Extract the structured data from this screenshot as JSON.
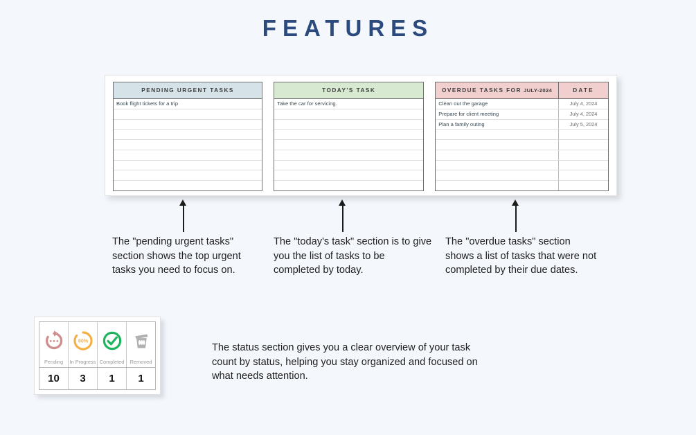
{
  "page": {
    "title": "FEATURES",
    "background_color": "#f4f7fc",
    "title_color": "#2b4a7d"
  },
  "panels": [
    {
      "id": "pending-urgent-tasks",
      "header": "PENDING URGENT TASKS",
      "header_color": "#d5e2e7",
      "rows": [
        "Book flight tickets for a trip",
        "",
        "",
        "",
        "",
        "",
        "",
        "",
        ""
      ],
      "has_date_column": false
    },
    {
      "id": "todays-task",
      "header": "TODAY'S TASK",
      "header_color": "#d8e9d1",
      "rows": [
        "Take the car for servicing.",
        "",
        "",
        "",
        "",
        "",
        "",
        "",
        ""
      ],
      "has_date_column": false
    },
    {
      "id": "overdue-tasks",
      "header": "OVERDUE TASKS FOR",
      "header_month": "JULY-2024",
      "header_date_column": "DATE",
      "header_color": "#f2cfcf",
      "has_date_column": true,
      "rows": [
        {
          "task": "Clean out the garage",
          "date": "July 4, 2024"
        },
        {
          "task": "Prepare for client meeting",
          "date": "July 4, 2024"
        },
        {
          "task": "Plan a family outing",
          "date": "July 5, 2024"
        },
        {
          "task": "",
          "date": ""
        },
        {
          "task": "",
          "date": ""
        },
        {
          "task": "",
          "date": ""
        },
        {
          "task": "",
          "date": ""
        },
        {
          "task": "",
          "date": ""
        },
        {
          "task": "",
          "date": ""
        }
      ]
    }
  ],
  "captions": {
    "pending": "The \"pending urgent tasks\" section shows the top  urgent tasks you need to focus on.",
    "today": "The \"today's task\" section is to give you the list of tasks to be completed by today.",
    "overdue": "The \"overdue tasks\" section shows a list of tasks that were not completed by their due dates.",
    "status": "The status section gives you a clear overview of your task count by status, helping you stay organized and focused on what needs attention."
  },
  "status_section": {
    "columns": [
      {
        "icon": "pending-refresh-icon",
        "label": "Pending",
        "count": "10",
        "color": "#cf8f8f"
      },
      {
        "icon": "progress-donut-icon",
        "label": "In Progress",
        "count": "3",
        "color": "#f5b044",
        "inner_text": "80%"
      },
      {
        "icon": "completed-check-icon",
        "label": "Completed",
        "count": "1",
        "color": "#1bb55c"
      },
      {
        "icon": "removed-trash-icon",
        "label": "Removed",
        "count": "1",
        "color": "#b0b0b0"
      }
    ]
  }
}
